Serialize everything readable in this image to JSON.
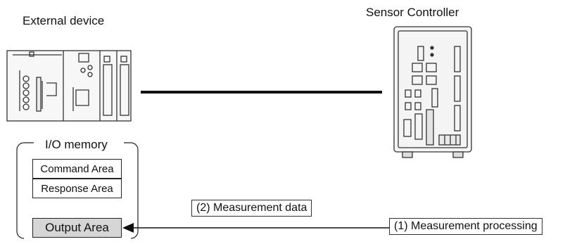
{
  "devices": {
    "external": {
      "label": "External device"
    },
    "sensor": {
      "label": "Sensor Controller"
    }
  },
  "io_memory": {
    "title": "I/O memory",
    "areas": [
      "Command Area",
      "Response Area"
    ],
    "output_area": "Output Area"
  },
  "flow": {
    "step1": "(1) Measurement processing",
    "step2": "(2) Measurement data"
  }
}
